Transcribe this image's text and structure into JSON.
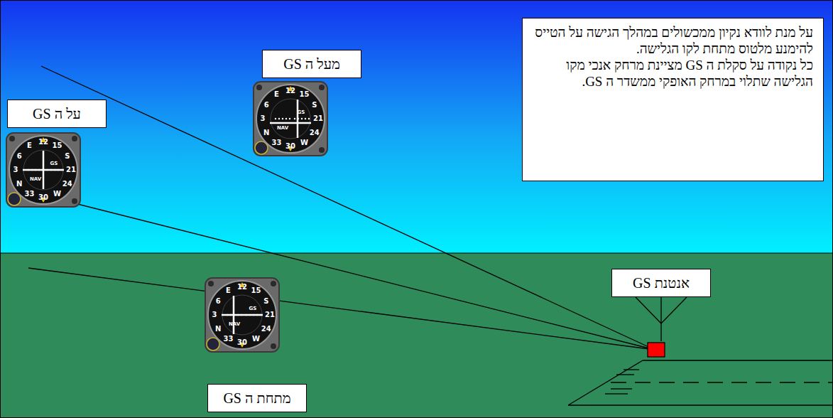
{
  "diagram": {
    "nodes": [
      {
        "text": [
          "על מנת לוודא נקיון ממכשולים במהלך הגישה על הטייס להימנע מלטוס מתחת לקו הגלישה.",
          "כל נקודה על סקלת ה GS מציינת מרחק אנכי מקו הגלישה שתלוי במרחק האופקי ממשדר ה GS."
        ]
      },
      {
        "text": [
          "מעל ה GS"
        ]
      },
      {
        "text": [
          "על ה GS"
        ]
      },
      {
        "text": [
          "אנטנת GS"
        ]
      },
      {
        "text": [
          "מתחת ה GS"
        ]
      }
    ],
    "labels": [
      "N",
      "3",
      "6",
      "E",
      "12",
      "15",
      "S",
      "21",
      "24",
      "W",
      "30",
      "33",
      "GS",
      "NAV",
      "N",
      "3",
      "6",
      "E",
      "12",
      "15",
      "S",
      "21",
      "24",
      "W",
      "30",
      "33",
      "GS",
      "NAV",
      "N",
      "3",
      "6",
      "E",
      "12",
      "15",
      "S",
      "21",
      "24",
      "W",
      "30",
      "33",
      "GS",
      "NAV"
    ]
  }
}
